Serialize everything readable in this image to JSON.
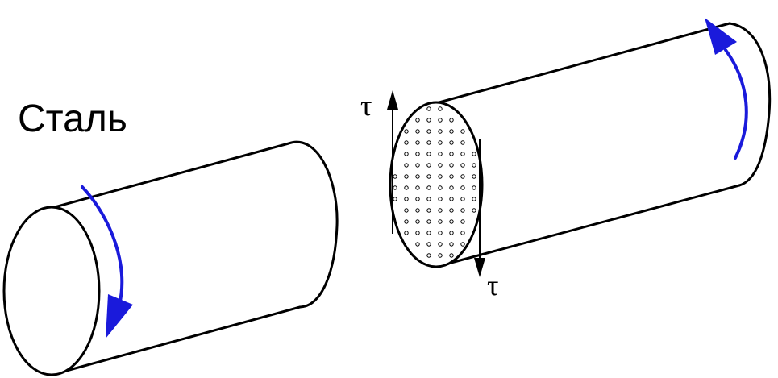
{
  "material_label": "Сталь",
  "stress_symbol_top": "τ",
  "stress_symbol_bottom": "τ",
  "colors": {
    "outline": "#000000",
    "rotation_arrow": "#1a1adb",
    "background": "#ffffff"
  },
  "icons": {
    "rotation": "curved-arrow-icon",
    "stress": "straight-arrow-icon"
  }
}
